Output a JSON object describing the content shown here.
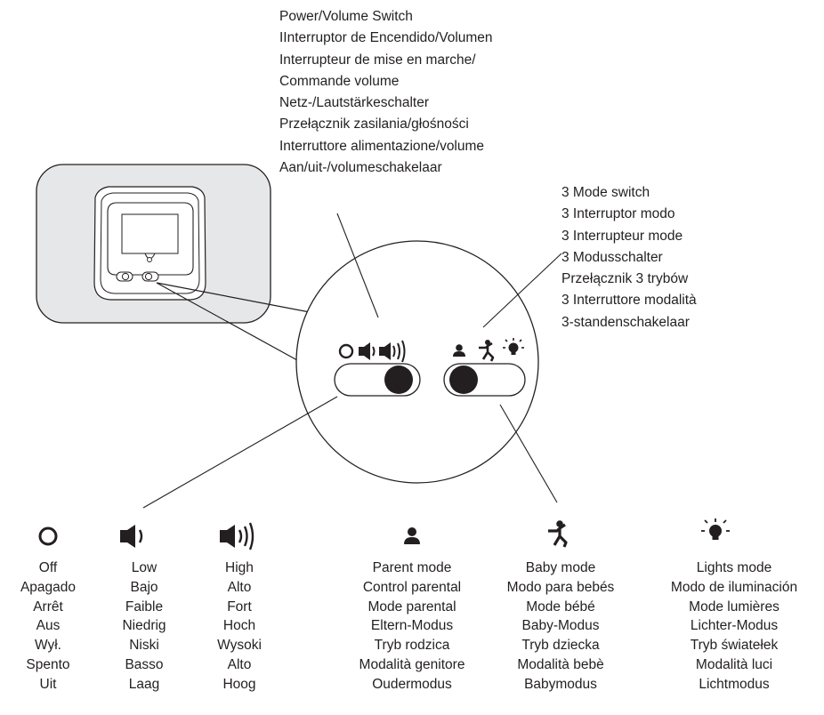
{
  "power_switch_labels": [
    "Power/Volume Switch",
    "IInterruptor de Encendido/Volumen",
    "Interrupteur de mise en marche/",
    "Commande volume",
    "Netz-/Lautstärkeschalter",
    "Przełącznik zasilania/głośności",
    "Interruttore alimentazione/volume",
    "Aan/uit-/volumeschakelaar"
  ],
  "mode_switch_labels": [
    "3 Mode switch",
    "3 Interruptor modo",
    "3 Interrupteur mode",
    "3 Modusschalter",
    "Przełącznik 3 trybów",
    "3 Interruttore modalità",
    "3-standenschakelaar"
  ],
  "legend": [
    {
      "icon": "off-circle-icon",
      "lines": [
        "Off",
        "Apagado",
        "Arrêt",
        "Aus",
        "Wył.",
        "Spento",
        "Uit"
      ]
    },
    {
      "icon": "volume-low-icon",
      "lines": [
        "Low",
        "Bajo",
        "Faible",
        "Niedrig",
        "Niski",
        "Basso",
        "Laag"
      ]
    },
    {
      "icon": "volume-high-icon",
      "lines": [
        "High",
        "Alto",
        "Fort",
        "Hoch",
        "Wysoki",
        "Alto",
        "Hoog"
      ]
    },
    {
      "icon": "parent-icon",
      "lines": [
        "Parent mode",
        "Control parental",
        "Mode parental",
        "Eltern-Modus",
        "Tryb rodzica",
        "Modalità genitore",
        "Oudermodus"
      ]
    },
    {
      "icon": "baby-icon",
      "lines": [
        "Baby mode",
        "Modo para bebés",
        "Mode bébé",
        "Baby-Modus",
        "Tryb dziecka",
        "Modalità bebè",
        "Babymodus"
      ]
    },
    {
      "icon": "lights-icon",
      "lines": [
        "Lights mode",
        "Modo de iluminación",
        "Mode lumières",
        "Lichter-Modus",
        "Tryb światełek",
        "Modalità luci",
        "Lichtmodus"
      ]
    }
  ]
}
